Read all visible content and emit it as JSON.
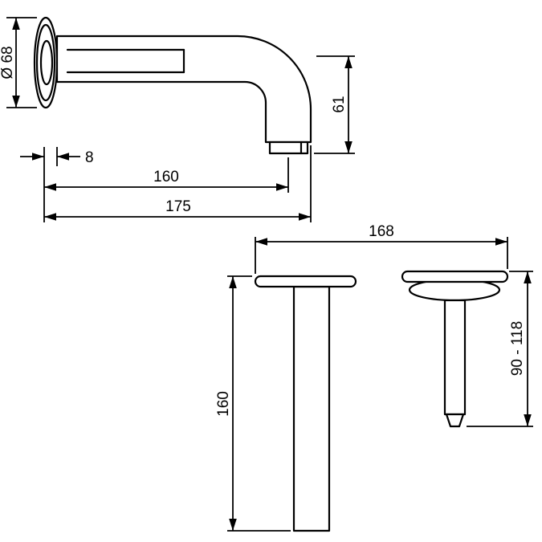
{
  "colors": {
    "line": "#000000",
    "background": "#ffffff"
  },
  "side_view": {
    "flange_diameter": "Ø 68",
    "flange_depth": "8",
    "drop_height": "61",
    "reach_to_outlet": "160",
    "total_projection": "175"
  },
  "front_view": {
    "overall_width": "168",
    "spout_height": "160",
    "valve_height_range": "90 - 118"
  }
}
